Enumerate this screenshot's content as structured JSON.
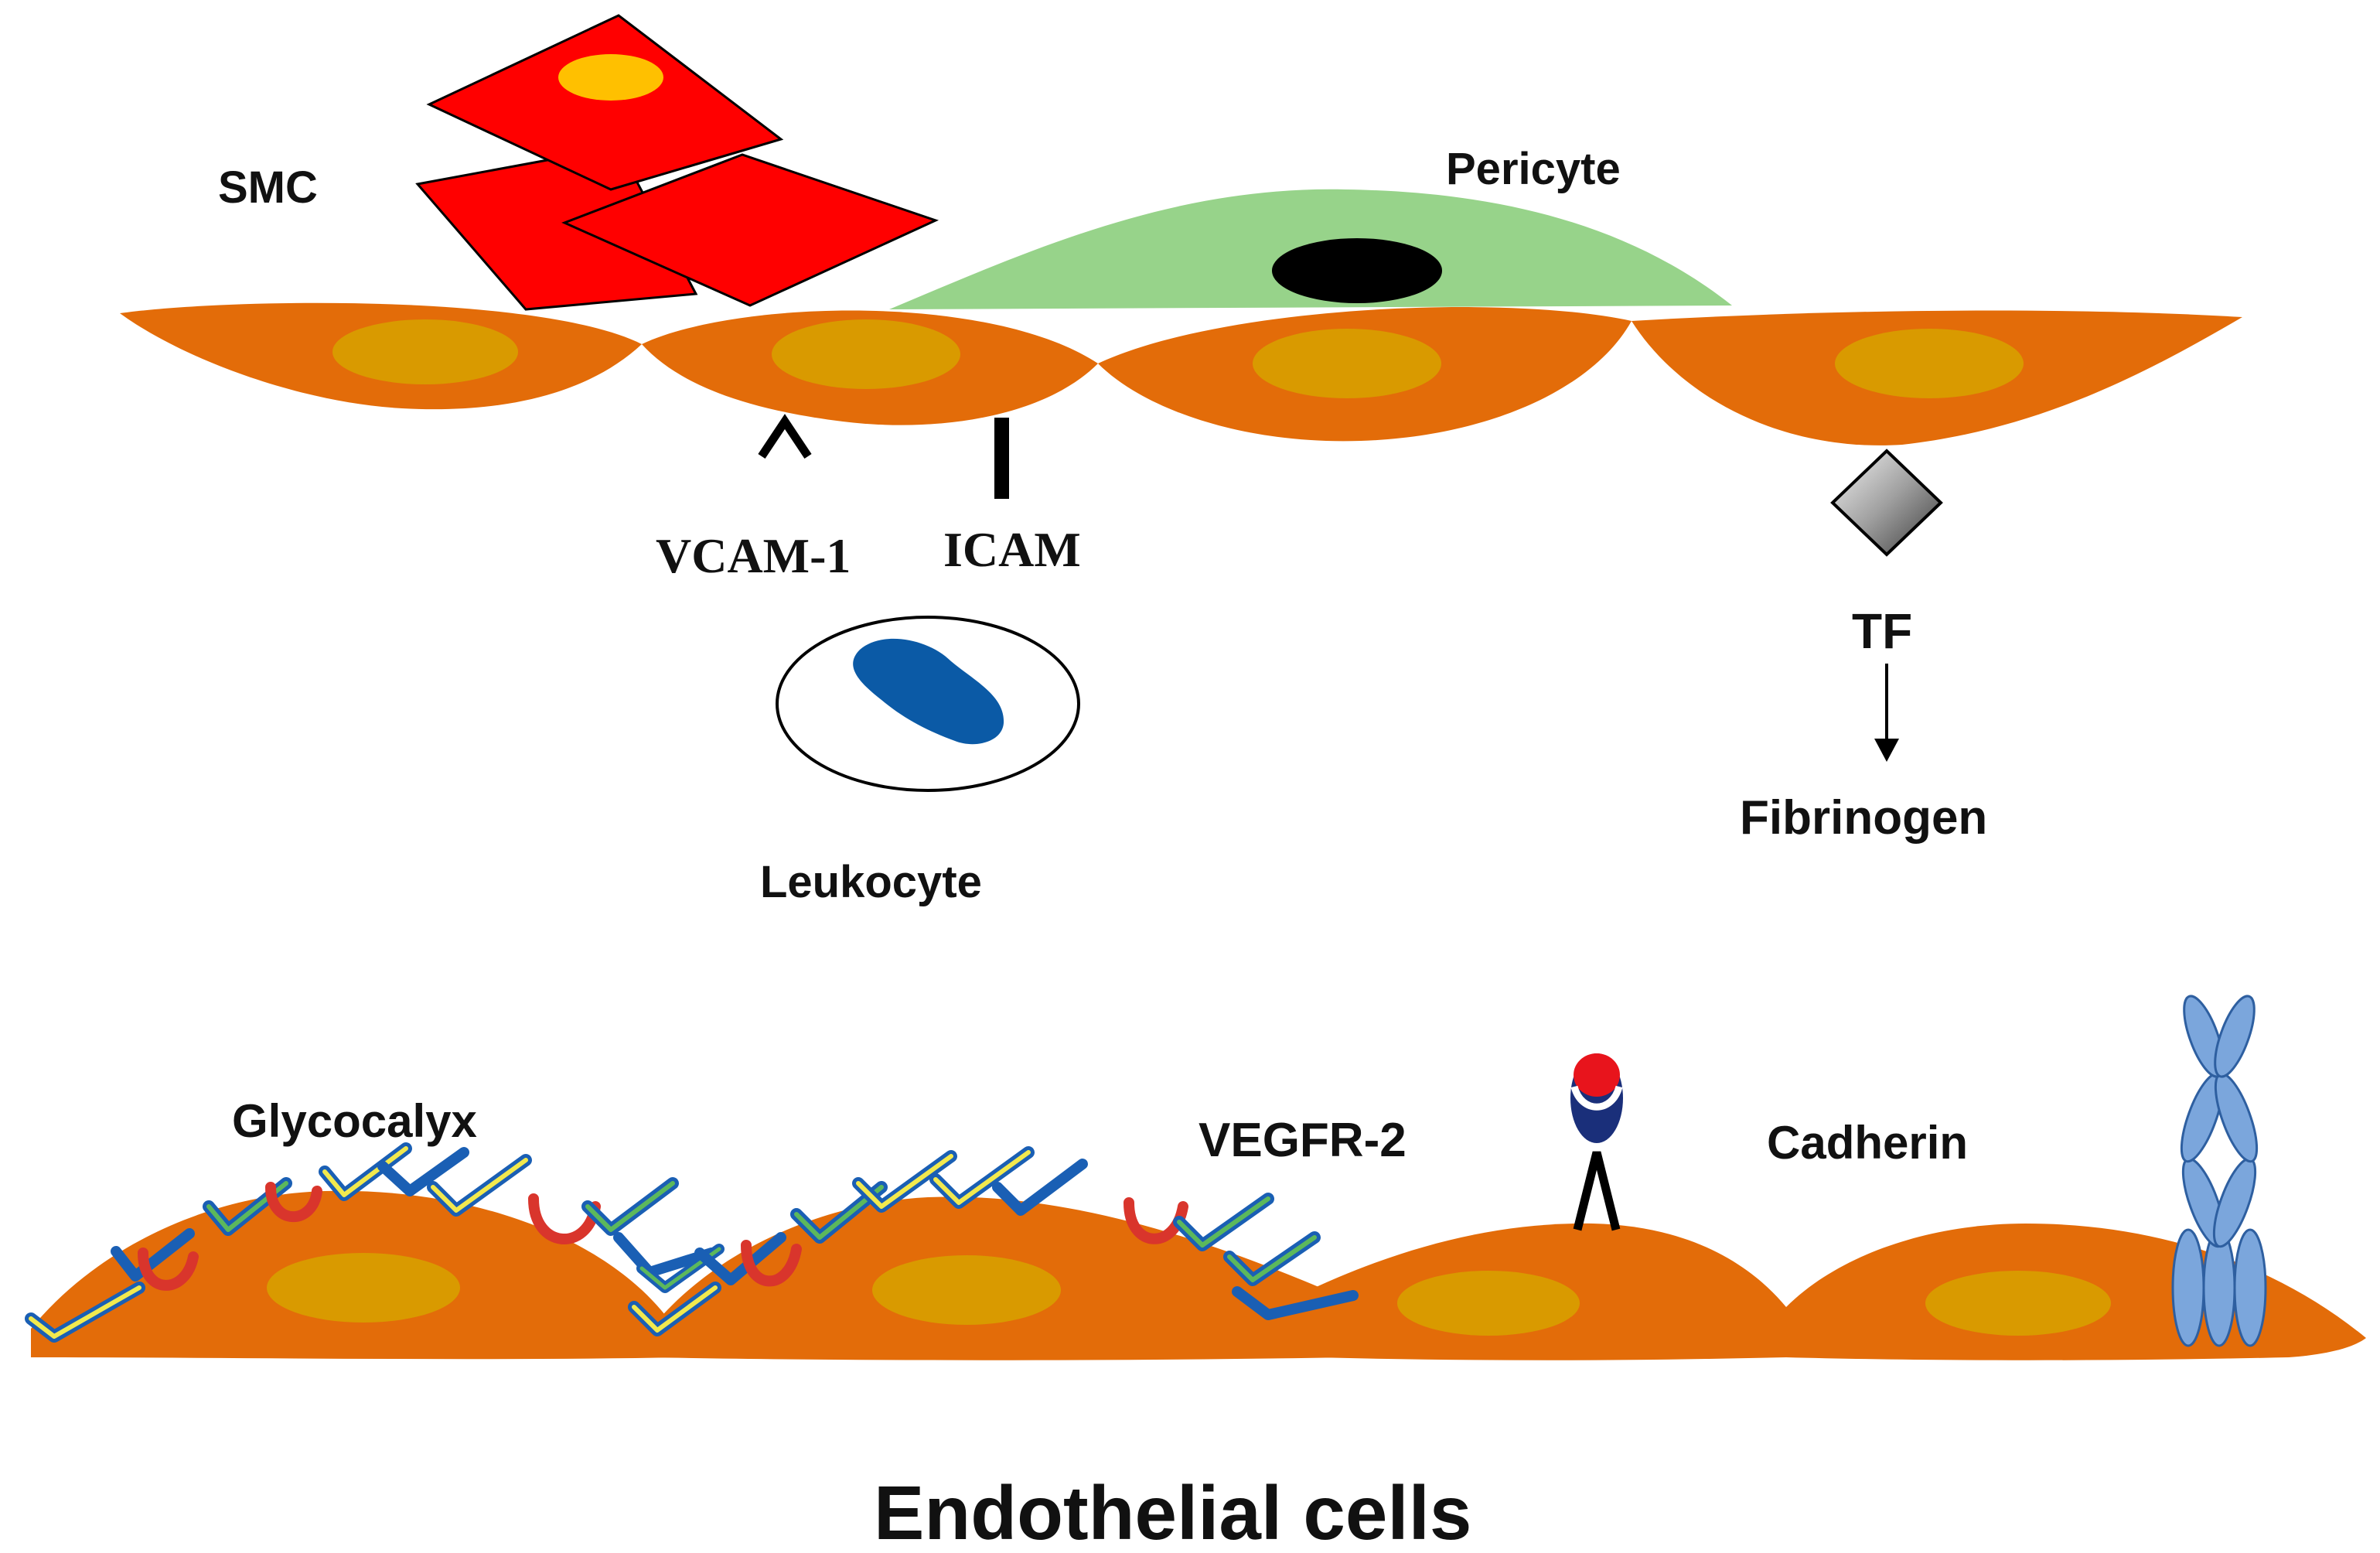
{
  "labels": {
    "smc": "SMC",
    "pericyte": "Pericyte",
    "vcam": "VCAM-1",
    "icam": "ICAM",
    "leukocyte": "Leukocyte",
    "tf": "TF",
    "fibrinogen": "Fibrinogen",
    "glycocalyx": "Glycocalyx",
    "vegfr": "VEGFR-2",
    "cadherin": "Cadherin",
    "title": "Endothelial cells"
  },
  "colors": {
    "endothelial_cell": "#e36c09",
    "nucleus": "#d99a00",
    "smc": "#ff0000",
    "smc_nucleus": "#ffc000",
    "pericyte": "#97d38a",
    "pericyte_nucleus": "#000000",
    "leukocyte_nucleus": "#0b5aa6",
    "cadherin": "#7ba6dc",
    "glyco_blue": "#1a5fb4",
    "glyco_green": "#5cb85c",
    "glyco_yellow": "#f2e94e",
    "glyco_red": "#d9352c",
    "receptor_red": "#e8141c"
  }
}
